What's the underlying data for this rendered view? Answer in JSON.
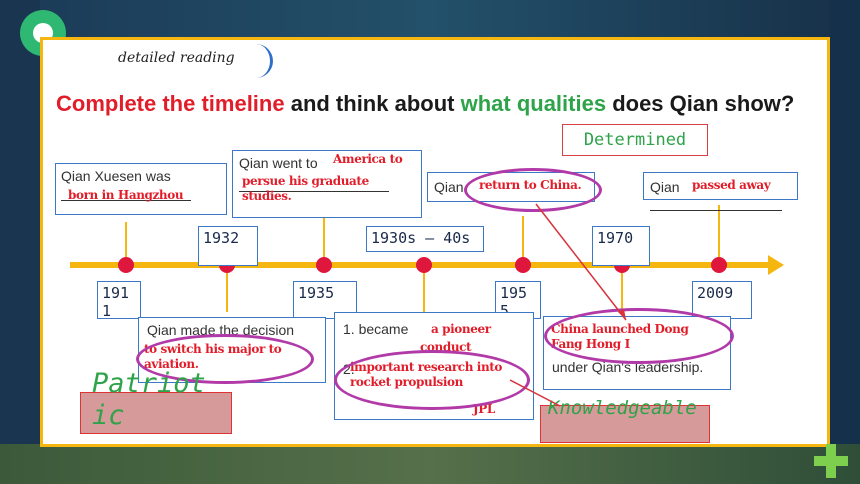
{
  "section_tag": "detailed reading",
  "heading": {
    "part1": "Complete the timeline",
    "part2": " and think about ",
    "part3": "what qualities",
    "part4": " does Qian show?"
  },
  "qualities": {
    "determined": "Determined",
    "patriotic": "Patriotic",
    "knowledgeable": "Knowledgeable"
  },
  "years": [
    "1911",
    "1932",
    "1935",
    "1930s – 40s",
    "1955",
    "1970",
    "2009"
  ],
  "events": {
    "e1911": {
      "text": "Qian Xuesen was",
      "answer": "born in Hangzhou"
    },
    "e1935": {
      "text": "Qian went to",
      "answer1": "America to",
      "answer2": "persue his graduate studies."
    },
    "e1955": {
      "text": "Qian",
      "answer": "return to China."
    },
    "e2009": {
      "text": "Qian",
      "answer": "passed away"
    },
    "e1932": {
      "text": "Qian made the decision",
      "answer": "to switch his major to aviation."
    },
    "e1930s": {
      "line1": "1. became",
      "answer1": "a pioneer",
      "answer2": "conduct",
      "line2": "2.",
      "answer3": "important research into rocket propulsion",
      "answer4": "JPL"
    },
    "e1970": {
      "answer": "China launched Dong Fang Hong I",
      "text": "under Qian's leadership."
    }
  },
  "colors": {
    "accent": "#e21d2a",
    "green": "#2ea34a",
    "timeline": "#f5b70f",
    "box_border": "#3d78c6",
    "oval": "#b23aa8"
  }
}
